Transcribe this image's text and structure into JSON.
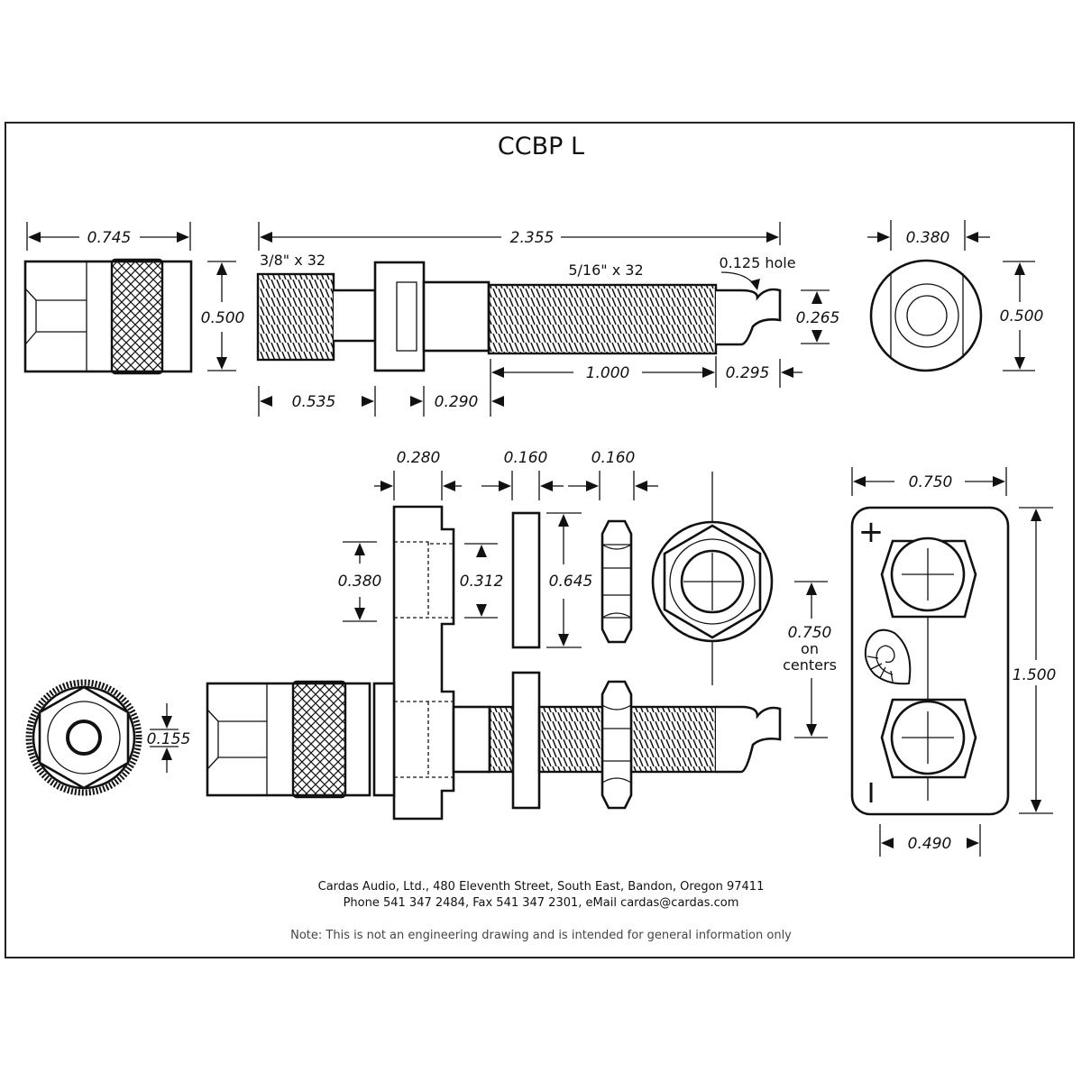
{
  "title": "CCBP L",
  "dimensions": {
    "cap_length": "0.745",
    "stud_length": "2.355",
    "thread_large": "3/8\" x 32",
    "thread_small": "5/16\" x 32",
    "hole": "0.125 hole",
    "height_0500_a": "0.500",
    "height_0265": "0.265",
    "len_0535": "0.535",
    "len_0290": "0.290",
    "len_1000": "1.000",
    "len_0295": "0.295",
    "end_dia": "0.380",
    "end_height": "0.500",
    "flange_width": "0.280",
    "washer_width": "0.160",
    "nut_width": "0.160",
    "flange_0380": "0.380",
    "flange_0312": "0.312",
    "washer_0645": "0.645",
    "centers_value": "0.750",
    "centers_on": "on",
    "centers_label": "centers",
    "cap_hole_0155": "0.155",
    "plate_width": "0.750",
    "plate_height": "1.500",
    "plate_bottom": "0.490",
    "plus": "+",
    "minus": "I"
  },
  "footer": {
    "address": "Cardas Audio, Ltd., 480 Eleventh Street, South East, Bandon, Oregon 97411",
    "contact": "Phone 541 347 2484, Fax 541 347 2301, eMail cardas@cardas.com",
    "note": "Note:  This is not an engineering drawing and is intended for general information only"
  }
}
